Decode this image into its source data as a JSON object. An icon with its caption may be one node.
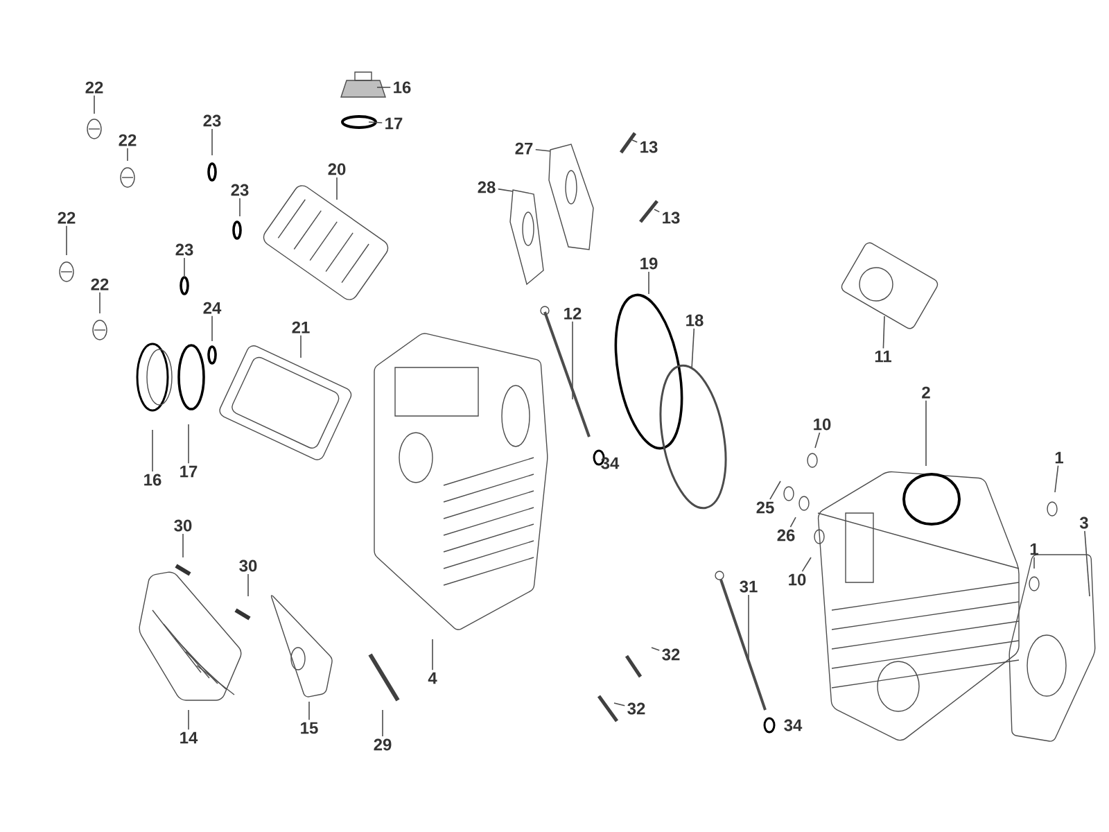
{
  "diagram": {
    "nodes": [
      {
        "text": [
          "22"
        ]
      },
      {
        "text": [
          "22"
        ]
      },
      {
        "text": [
          "23"
        ]
      },
      {
        "text": [
          "16"
        ]
      },
      {
        "text": [
          "17"
        ]
      },
      {
        "text": [
          "27"
        ]
      },
      {
        "text": [
          "13"
        ]
      },
      {
        "text": [
          "28"
        ]
      },
      {
        "text": [
          "13"
        ]
      },
      {
        "text": [
          "23"
        ]
      },
      {
        "text": [
          "20"
        ]
      },
      {
        "text": [
          "22"
        ]
      },
      {
        "text": [
          "19"
        ]
      },
      {
        "text": [
          "22"
        ]
      },
      {
        "text": [
          "23"
        ]
      },
      {
        "text": [
          "12"
        ]
      },
      {
        "text": [
          "18"
        ]
      },
      {
        "text": [
          "11"
        ]
      },
      {
        "text": [
          "24"
        ]
      },
      {
        "text": [
          "21"
        ]
      },
      {
        "text": [
          "2"
        ]
      },
      {
        "text": [
          "10"
        ]
      },
      {
        "text": [
          "16"
        ]
      },
      {
        "text": [
          "17"
        ]
      },
      {
        "text": [
          "1"
        ]
      },
      {
        "text": [
          "25"
        ]
      },
      {
        "text": [
          "26"
        ]
      },
      {
        "text": [
          "10"
        ]
      },
      {
        "text": [
          "1"
        ]
      },
      {
        "text": [
          "3"
        ]
      },
      {
        "text": [
          "30"
        ]
      },
      {
        "text": [
          "30"
        ]
      },
      {
        "text": [
          "31"
        ]
      },
      {
        "text": [
          "4"
        ]
      },
      {
        "text": [
          "32"
        ]
      },
      {
        "text": [
          "32"
        ]
      },
      {
        "text": [
          "14"
        ]
      },
      {
        "text": [
          "15"
        ]
      },
      {
        "text": [
          "29"
        ]
      }
    ],
    "edges": [
      {
        "from": 0,
        "to": null,
        "arrow": "none"
      },
      {
        "from": 1,
        "to": null,
        "arrow": "none"
      },
      {
        "from": 2,
        "to": null,
        "arrow": "none"
      },
      {
        "from": 3,
        "to": null,
        "arrow": "none"
      },
      {
        "from": 4,
        "to": null,
        "arrow": "none"
      },
      {
        "from": 5,
        "to": null,
        "arrow": "none"
      },
      {
        "from": 6,
        "to": null,
        "arrow": "none"
      },
      {
        "from": 7,
        "to": null,
        "arrow": "none"
      },
      {
        "from": 8,
        "to": null,
        "arrow": "none"
      },
      {
        "from": 9,
        "to": null,
        "arrow": "none"
      },
      {
        "from": 10,
        "to": null,
        "arrow": "none"
      },
      {
        "from": 11,
        "to": null,
        "arrow": "none"
      },
      {
        "from": 12,
        "to": null,
        "arrow": "none"
      },
      {
        "from": 13,
        "to": null,
        "arrow": "none"
      },
      {
        "from": 14,
        "to": null,
        "arrow": "none"
      },
      {
        "from": 15,
        "to": null,
        "arrow": "none"
      },
      {
        "from": 16,
        "to": null,
        "arrow": "none"
      },
      {
        "from": 17,
        "to": null,
        "arrow": "none"
      },
      {
        "from": 18,
        "to": null,
        "arrow": "none"
      },
      {
        "from": 19,
        "to": null,
        "arrow": "none"
      },
      {
        "from": 20,
        "to": null,
        "arrow": "none"
      },
      {
        "from": 21,
        "to": null,
        "arrow": "none"
      },
      {
        "from": 22,
        "to": null,
        "arrow": "none"
      },
      {
        "from": 23,
        "to": null,
        "arrow": "none"
      },
      {
        "from": 24,
        "to": null,
        "arrow": "none"
      },
      {
        "from": 25,
        "to": null,
        "arrow": "none"
      },
      {
        "from": 26,
        "to": null,
        "arrow": "none"
      },
      {
        "from": 27,
        "to": null,
        "arrow": "none"
      },
      {
        "from": 28,
        "to": null,
        "arrow": "none"
      },
      {
        "from": 29,
        "to": null,
        "arrow": "none"
      },
      {
        "from": 30,
        "to": null,
        "arrow": "none"
      },
      {
        "from": 31,
        "to": null,
        "arrow": "none"
      },
      {
        "from": 32,
        "to": null,
        "arrow": "none"
      },
      {
        "from": 33,
        "to": null,
        "arrow": "none"
      },
      {
        "from": 34,
        "to": null,
        "arrow": "none"
      },
      {
        "from": 35,
        "to": null,
        "arrow": "none"
      },
      {
        "from": 36,
        "to": null,
        "arrow": "none"
      },
      {
        "from": 37,
        "to": null,
        "arrow": "none"
      },
      {
        "from": 38,
        "to": null,
        "arrow": "none"
      }
    ],
    "labels": [
      "34",
      "34"
    ]
  }
}
